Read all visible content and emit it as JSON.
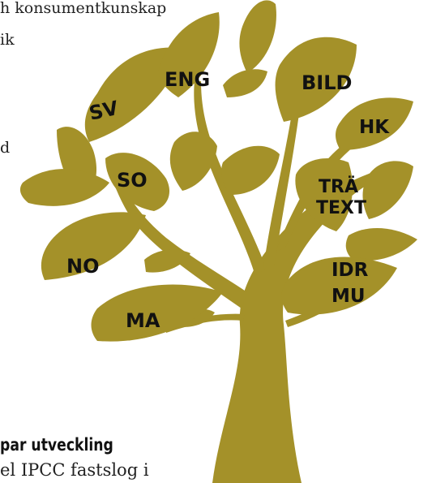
{
  "text_lines": [
    "h konsumentkunskap",
    "ik",
    "d"
  ],
  "heading": "par utveckling",
  "bottom_line": "el IPCC fastslog i",
  "tree": {
    "color": "#A49129",
    "subjects": [
      "SV",
      "ENG",
      "BILD",
      "HK",
      "SO",
      "TRÄ",
      "TEXT",
      "NO",
      "IDR",
      "MU",
      "MA"
    ]
  }
}
